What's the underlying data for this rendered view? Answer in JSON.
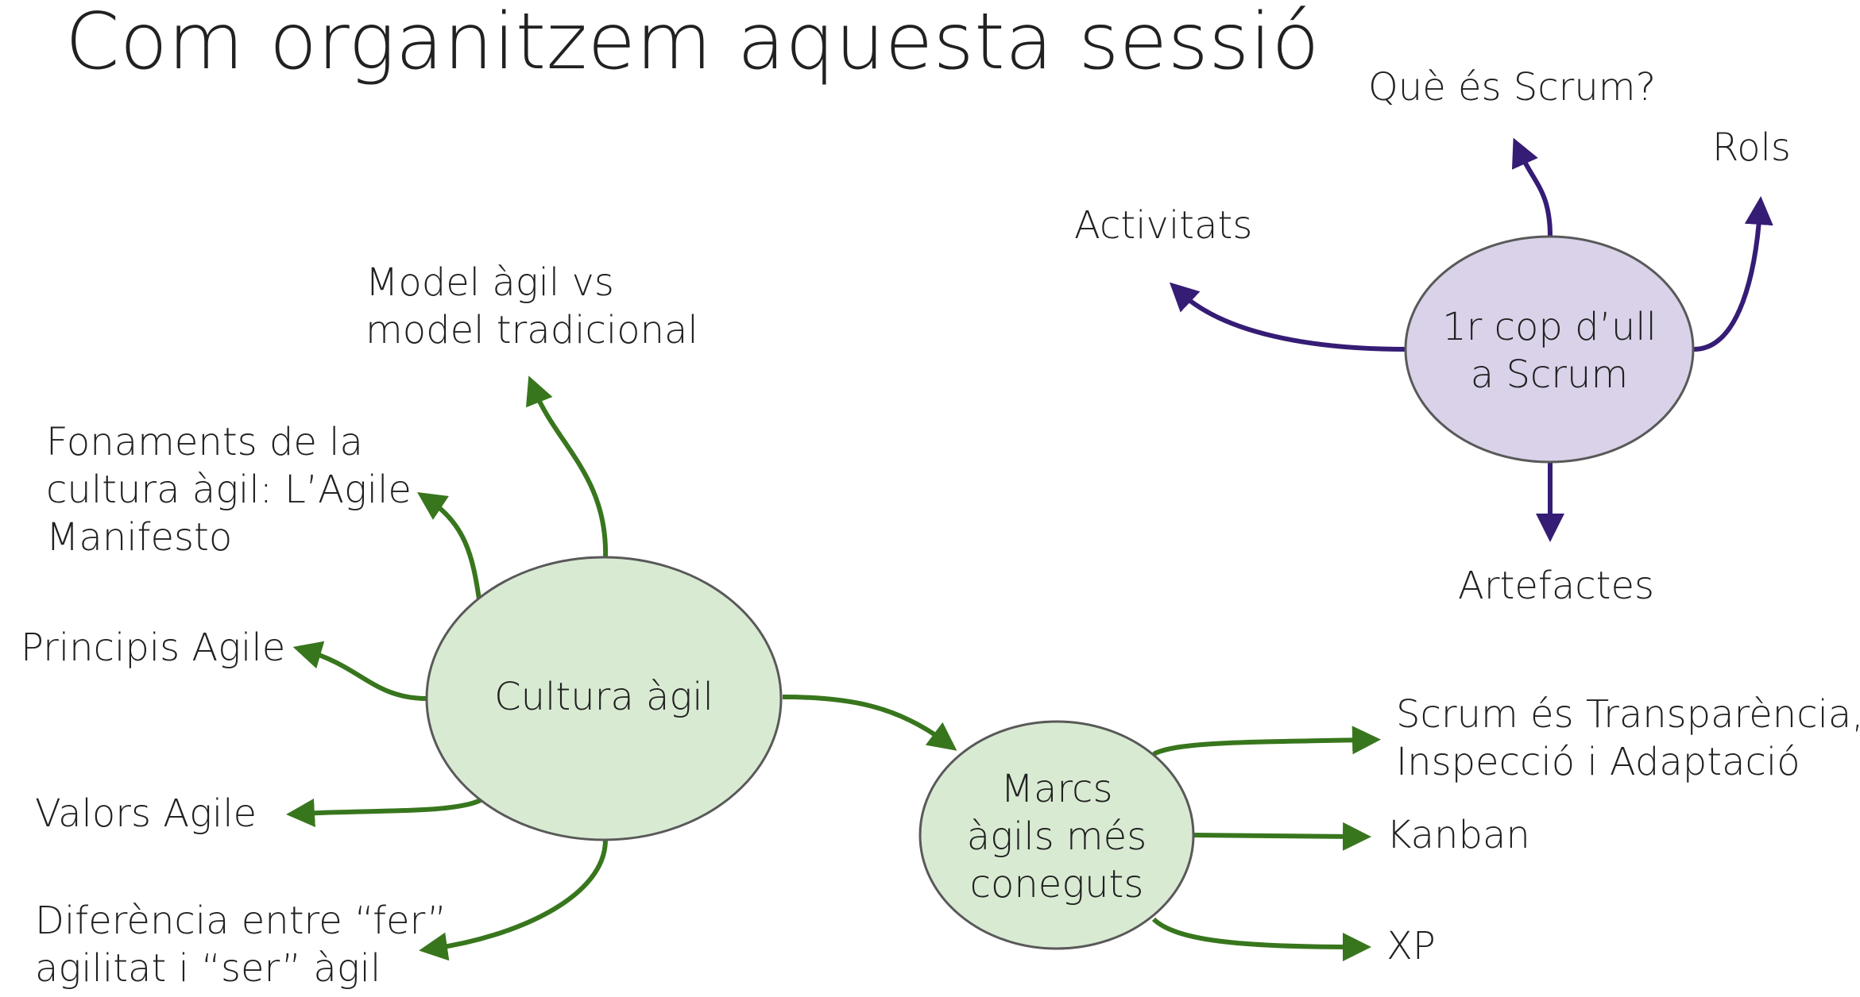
{
  "title": "Com organitzem aquesta sessió",
  "colors": {
    "green_fill": "#d9ead3",
    "green_arrow": "#38761d",
    "purple_fill": "#d9d2e9",
    "purple_arrow": "#351c75",
    "node_stroke": "#595959"
  },
  "nodes": {
    "cultura": {
      "lines": [
        "Cultura àgil"
      ]
    },
    "marcs": {
      "lines": [
        "Marcs",
        "àgils més",
        "coneguts"
      ]
    },
    "scrum": {
      "lines": [
        "1r cop d’ull",
        "a Scrum"
      ]
    }
  },
  "cultura_branches": {
    "model": {
      "lines": [
        "Model àgil vs",
        "model tradicional"
      ]
    },
    "fonaments": {
      "lines": [
        "Fonaments de la",
        "cultura àgil: L’Agile",
        "Manifesto"
      ]
    },
    "principis": {
      "lines": [
        "Principis Agile"
      ]
    },
    "valors": {
      "lines": [
        "Valors Agile"
      ]
    },
    "diferencia": {
      "lines": [
        "Diferència entre “fer”",
        "agilitat i “ser” àgil"
      ]
    }
  },
  "marcs_branches": {
    "scrum_tia": {
      "lines": [
        "Scrum és Transparència,",
        "Inspecció i Adaptació"
      ]
    },
    "kanban": {
      "lines": [
        "Kanban"
      ]
    },
    "xp": {
      "lines": [
        "XP"
      ]
    }
  },
  "scrum_branches": {
    "que_es": {
      "lines": [
        "Què és Scrum?"
      ]
    },
    "rols": {
      "lines": [
        "Rols"
      ]
    },
    "activitats": {
      "lines": [
        "Activitats"
      ]
    },
    "artefactes": {
      "lines": [
        "Artefactes"
      ]
    }
  }
}
